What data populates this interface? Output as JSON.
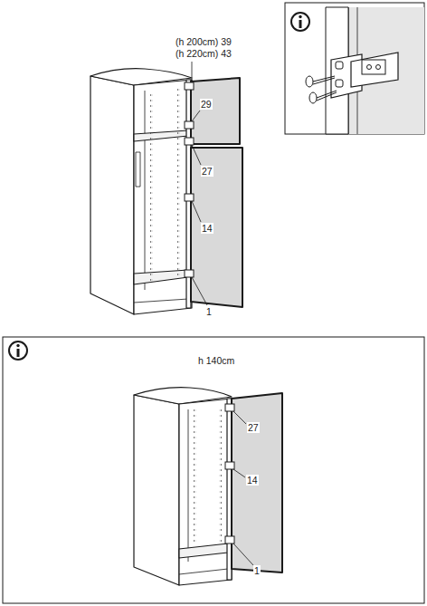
{
  "diagram": {
    "labels": [
      "(h 200cm) 39",
      "(h 220cm) 43",
      "29",
      "27",
      "14",
      "1",
      "h 140cm",
      "27",
      "14",
      "1"
    ]
  }
}
